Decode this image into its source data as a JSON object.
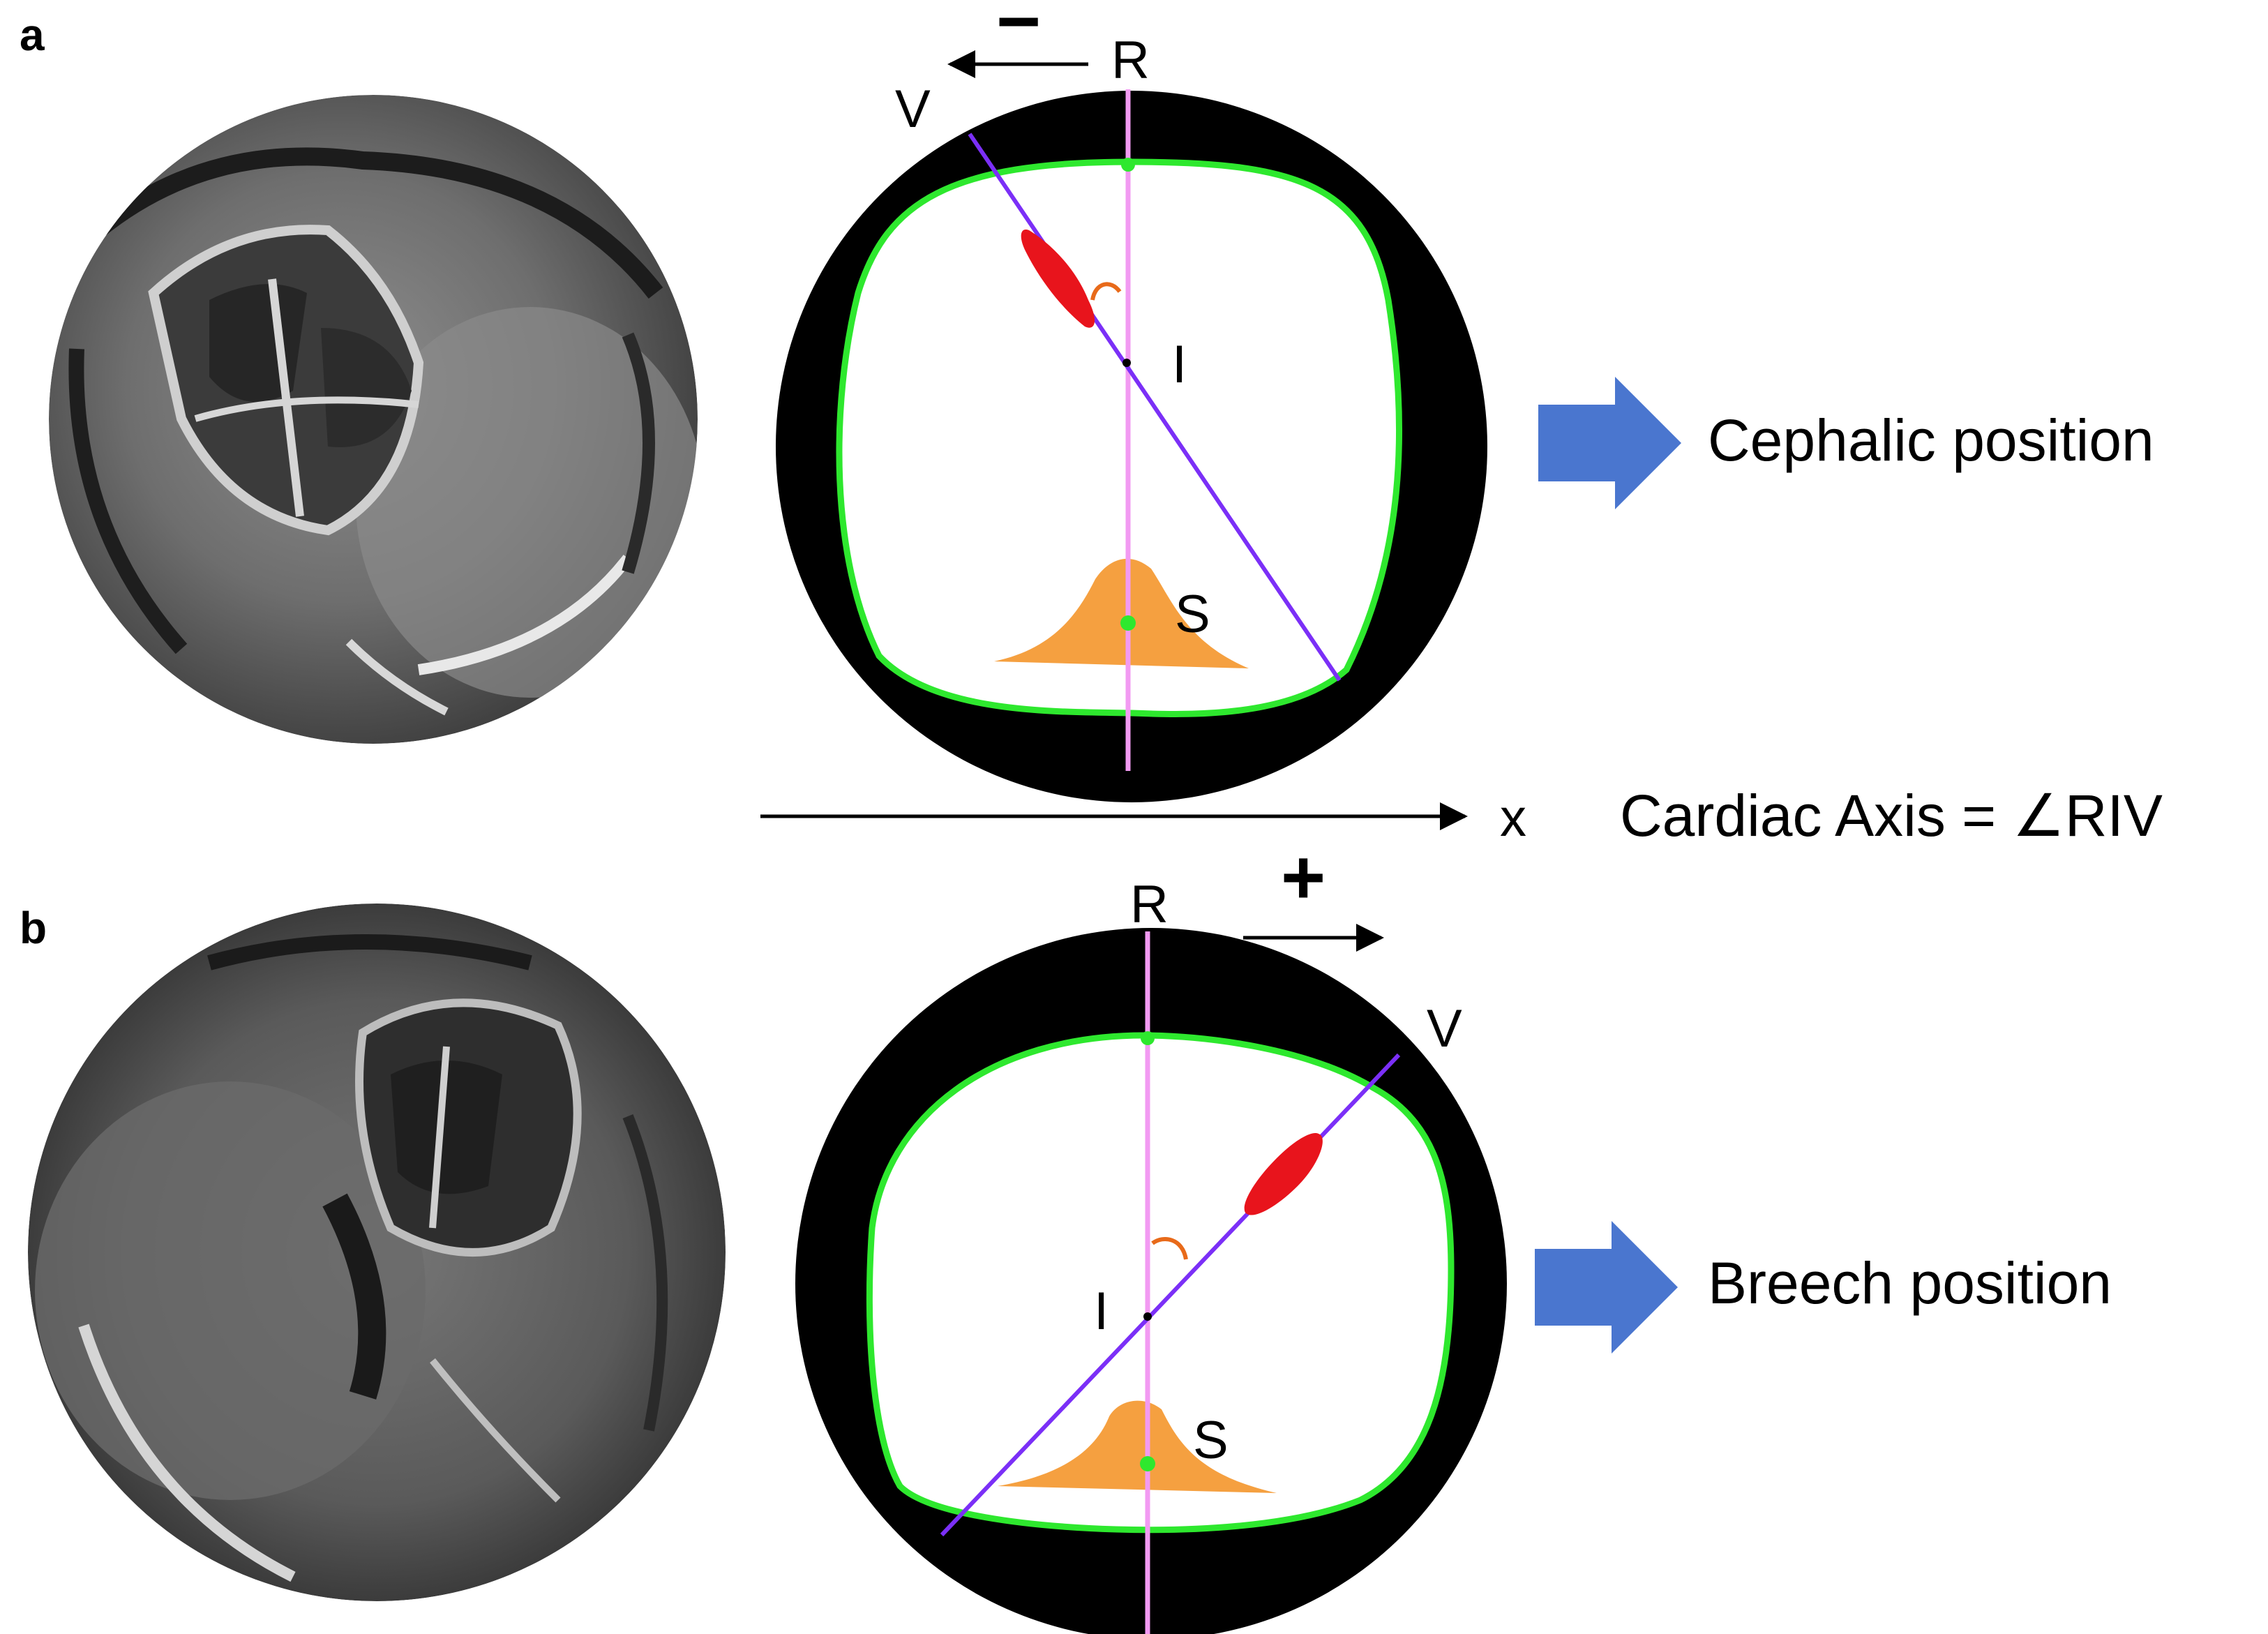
{
  "panels": {
    "a": {
      "label": "a",
      "point_R": "R",
      "point_V": "V",
      "point_I": "I",
      "point_S": "S",
      "sign": "−",
      "result": "Cephalic position"
    },
    "b": {
      "label": "b",
      "point_R": "R",
      "point_V": "V",
      "point_I": "I",
      "point_S": "S",
      "sign": "+",
      "result": "Breech position"
    }
  },
  "axis": {
    "label": "x",
    "formula": "Cardiac Axis = ∠RIV"
  },
  "colors": {
    "reference_line": "#f29af2",
    "axis_line": "#7b2ff7",
    "contour": "#2ee82e",
    "ventricle": "#e8141c",
    "spine": "#f5a040",
    "arrow": "#4a76cf",
    "ring": "#000000",
    "angle_arc": "#e86a1a"
  }
}
